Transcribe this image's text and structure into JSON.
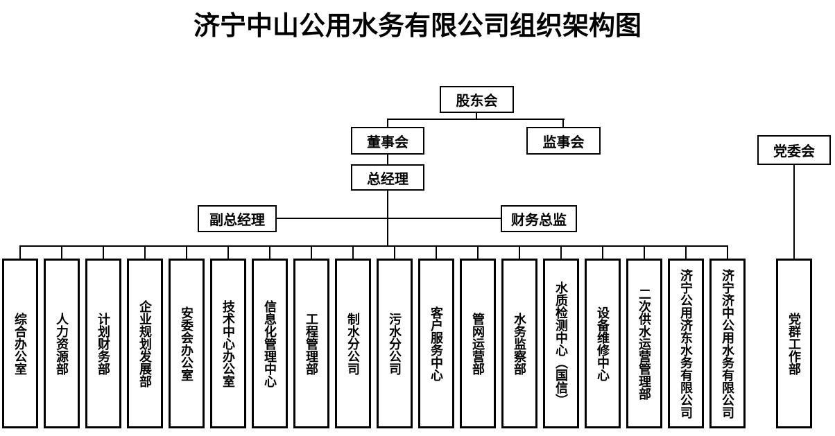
{
  "title": "济宁中山公用水务有限公司组织架构图",
  "colors": {
    "line": "#000000",
    "background": "#ffffff",
    "text": "#000000"
  },
  "nodes": {
    "shareholders_meeting": "股东会",
    "board_of_directors": "董事会",
    "supervisory_board": "监事会",
    "general_manager": "总经理",
    "deputy_general_manager": "副总经理",
    "finance_director": "财务总监",
    "party_committee": "党委会",
    "party_mass_work_dept": "党群工作部"
  },
  "departments": [
    "综合办公室",
    "人力资源部",
    "计划财务部",
    "企业规划发展部",
    "安委会办公室",
    "技术中心办公室",
    "信息化管理中心",
    "工程管理部",
    "制水分公司",
    "污水分公司",
    "客户服务中心",
    "管网运营部",
    "水务监察部",
    "水质检测中心（国信）",
    "设备维修中心",
    "二次供水运营管理部",
    "济宁公用济东水务有限公司",
    "济宁济中公用水务有限公司"
  ],
  "edges": [
    {
      "from": "股东会",
      "to": [
        "董事会",
        "监事会"
      ]
    },
    {
      "from": "董事会",
      "to": [
        "总经理"
      ]
    },
    {
      "from": "总经理",
      "to": [
        "副总经理",
        "财务总监",
        "下属各部门及分公司"
      ]
    },
    {
      "from": "党委会",
      "to": [
        "党群工作部"
      ]
    }
  ]
}
